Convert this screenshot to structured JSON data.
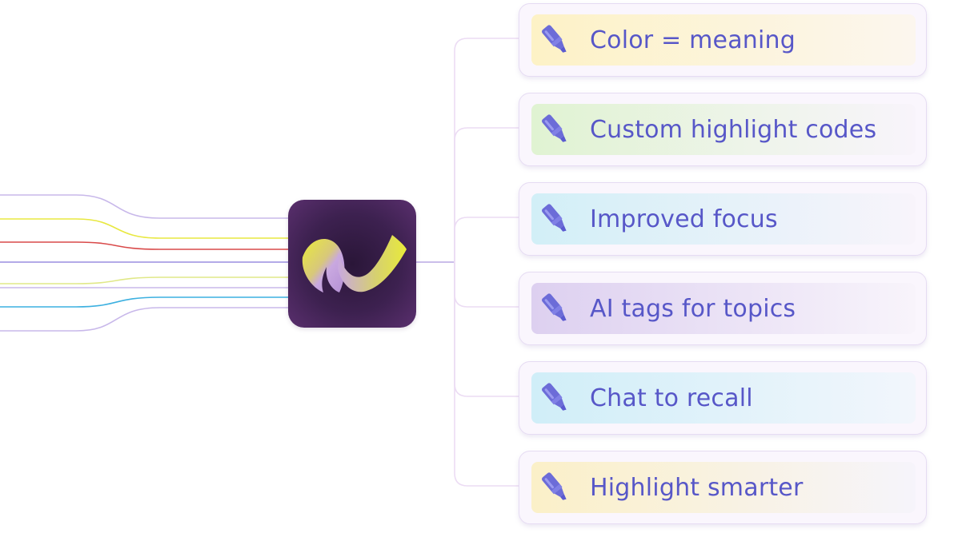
{
  "app": {
    "icon_name": "highlighter-ribbon-logo-icon",
    "colors": {
      "background": "#3d2150",
      "ribbon_yellow": "#e6e832",
      "ribbon_lilac": "#c9a8e0"
    }
  },
  "incoming_lines": {
    "colors": [
      "#4aa8e0",
      "#c8b8ea",
      "#e8e840",
      "#d94a4a",
      "#9a8ee0",
      "#e0e888",
      "#c8b8ea",
      "#3cb0e0",
      "#c8b8ea"
    ]
  },
  "features": {
    "icon_name": "highlighter-pen-icon",
    "text_color": "#5757c8",
    "items": [
      {
        "label": "Color = meaning",
        "tint_start": "#fdf2c6",
        "tint_end": "#fcf6ee"
      },
      {
        "label": "Custom highlight codes",
        "tint_start": "#e0f3d2",
        "tint_end": "#f8f4fb"
      },
      {
        "label": "Improved focus",
        "tint_start": "#d2eff7",
        "tint_end": "#f8f4fb"
      },
      {
        "label": "AI tags for topics",
        "tint_start": "#ddd0f0",
        "tint_end": "#f8f4fb"
      },
      {
        "label": "Chat to recall",
        "tint_start": "#d0eef8",
        "tint_end": "#f2f6fc"
      },
      {
        "label": "Highlight smarter",
        "tint_start": "#fbf0c8",
        "tint_end": "#f6f4fb"
      }
    ]
  }
}
